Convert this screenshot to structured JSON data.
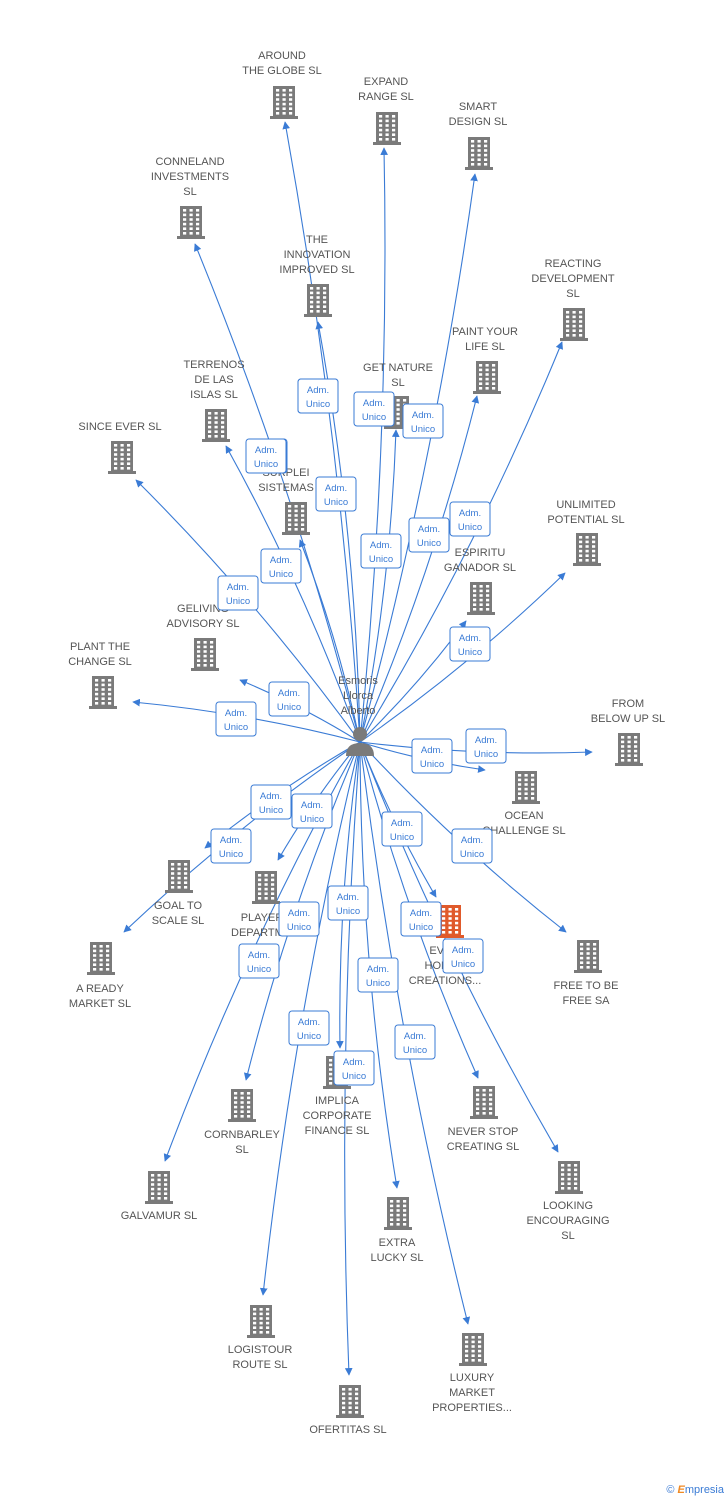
{
  "person": {
    "name_lines": [
      "Esmoris",
      "Llorca",
      "Alberto"
    ]
  },
  "relation": {
    "label_line1": "Adm.",
    "label_line2": "Unico"
  },
  "footer": {
    "copyright": "©",
    "brand_first": "E",
    "brand_rest": "mpresia"
  },
  "colors": {
    "edge": "#3a7bd5",
    "company": "#7a7a7a",
    "highlight": "#e05a2b",
    "text": "#555555"
  },
  "companies": [
    {
      "id": "around-the-globe",
      "lines": [
        "AROUND",
        "THE GLOBE  SL"
      ]
    },
    {
      "id": "expand-range",
      "lines": [
        "EXPAND",
        "RANGE  SL"
      ]
    },
    {
      "id": "smart-design",
      "lines": [
        "SMART",
        "DESIGN  SL"
      ]
    },
    {
      "id": "conneland-investments",
      "lines": [
        "CONNELAND",
        "INVESTMENTS",
        "SL"
      ]
    },
    {
      "id": "the-innovation-improved",
      "lines": [
        "THE",
        "INNOVATION",
        "IMPROVED  SL"
      ]
    },
    {
      "id": "reacting-development",
      "lines": [
        "REACTING",
        "DEVELOPMENT",
        "SL"
      ]
    },
    {
      "id": "paint-your-life",
      "lines": [
        "PAINT YOUR",
        "LIFE  SL"
      ]
    },
    {
      "id": "get-nature",
      "lines": [
        "GET NATURE",
        "SL"
      ]
    },
    {
      "id": "terrenos-de-las-islas",
      "lines": [
        "TERRENOS",
        "DE LAS",
        "ISLAS  SL"
      ]
    },
    {
      "id": "since-ever",
      "lines": [
        "SINCE EVER  SL"
      ]
    },
    {
      "id": "surplei-sistemas",
      "lines": [
        "SURPLEI",
        "SISTEMAS"
      ]
    },
    {
      "id": "unlimited-potential",
      "lines": [
        "UNLIMITED",
        "POTENTIAL  SL"
      ]
    },
    {
      "id": "espiritu-ganador",
      "lines": [
        "ESPIRITU",
        "GANADOR SL"
      ]
    },
    {
      "id": "geliving-advisory",
      "lines": [
        "GELIVING",
        "ADVISORY  SL"
      ]
    },
    {
      "id": "plant-the-change",
      "lines": [
        "PLANT THE",
        "CHANGE  SL"
      ]
    },
    {
      "id": "from-below-up",
      "lines": [
        "FROM",
        "BELOW UP  SL"
      ]
    },
    {
      "id": "ocean-challenge",
      "lines": [
        "OCEAN",
        "CHALLENGE  SL"
      ]
    },
    {
      "id": "goal-to-scale",
      "lines": [
        "GOAL TO",
        "SCALE  SL"
      ]
    },
    {
      "id": "player-department",
      "lines": [
        "PLAYER",
        "DEPARTM..."
      ]
    },
    {
      "id": "a-ready-market",
      "lines": [
        "A READY",
        "MARKET  SL"
      ]
    },
    {
      "id": "event-horse-creations",
      "lines": [
        "EVE...",
        "HORS...",
        "CREATIONS..."
      ]
    },
    {
      "id": "free-to-be-free",
      "lines": [
        "FREE TO BE",
        "FREE SA"
      ]
    },
    {
      "id": "implica-corporate-finance",
      "lines": [
        "IMPLICA",
        "CORPORATE",
        "FINANCE  SL"
      ]
    },
    {
      "id": "cornbarley",
      "lines": [
        "CORNBARLEY",
        "SL"
      ]
    },
    {
      "id": "never-stop-creating",
      "lines": [
        "NEVER STOP",
        "CREATING  SL"
      ]
    },
    {
      "id": "galvamur",
      "lines": [
        "GALVAMUR  SL"
      ]
    },
    {
      "id": "looking-encouraging",
      "lines": [
        "LOOKING",
        "ENCOURAGING",
        "SL"
      ]
    },
    {
      "id": "extra-lucky",
      "lines": [
        "EXTRA",
        "LUCKY  SL"
      ]
    },
    {
      "id": "logistour-route",
      "lines": [
        "LOGISTOUR",
        "ROUTE  SL"
      ]
    },
    {
      "id": "luxury-market-properties",
      "lines": [
        "LUXURY",
        "MARKET",
        "PROPERTIES..."
      ]
    },
    {
      "id": "ofertitas",
      "lines": [
        "OFERTITAS  SL"
      ]
    }
  ]
}
